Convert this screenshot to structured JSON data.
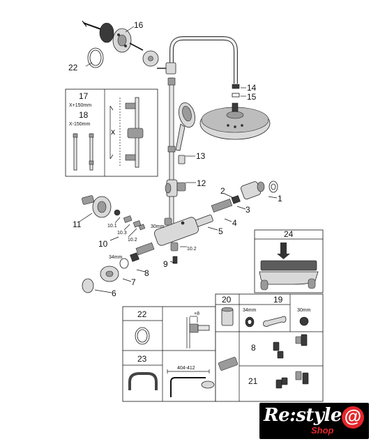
{
  "labels": {
    "c1": "1",
    "c2": "2",
    "c3": "3",
    "c4": "4",
    "c5": "5",
    "c6": "6",
    "c7": "7",
    "c8": "8",
    "c9": "9",
    "c10": "10",
    "c10_1": "10.1",
    "c10_2": "10.2",
    "c10_2b": "10.2",
    "c10_3": "10.3",
    "c11": "11",
    "c12": "12",
    "c13": "13",
    "c14": "14",
    "c15": "15",
    "c16": "16",
    "c22": "22"
  },
  "dims": {
    "d30a": "30mm",
    "d34a": "34mm",
    "d34b": "34mm",
    "d30b": "30mm",
    "offset": "+8",
    "range": "404-412"
  },
  "inset_ext": {
    "n17": "17",
    "l17": "X+150mm",
    "n18": "18",
    "l18": "X-150mm",
    "x": "x"
  },
  "grid": {
    "g24": "24",
    "g22": "22",
    "g23": "23",
    "g20": "20",
    "g19": "19",
    "g8": "8",
    "g21": "21"
  },
  "logo": {
    "brand": "Re:style",
    "at": "@",
    "shop": "Shop"
  },
  "colors": {
    "logo_bg": "#000000",
    "logo_accent": "#e3262b"
  }
}
